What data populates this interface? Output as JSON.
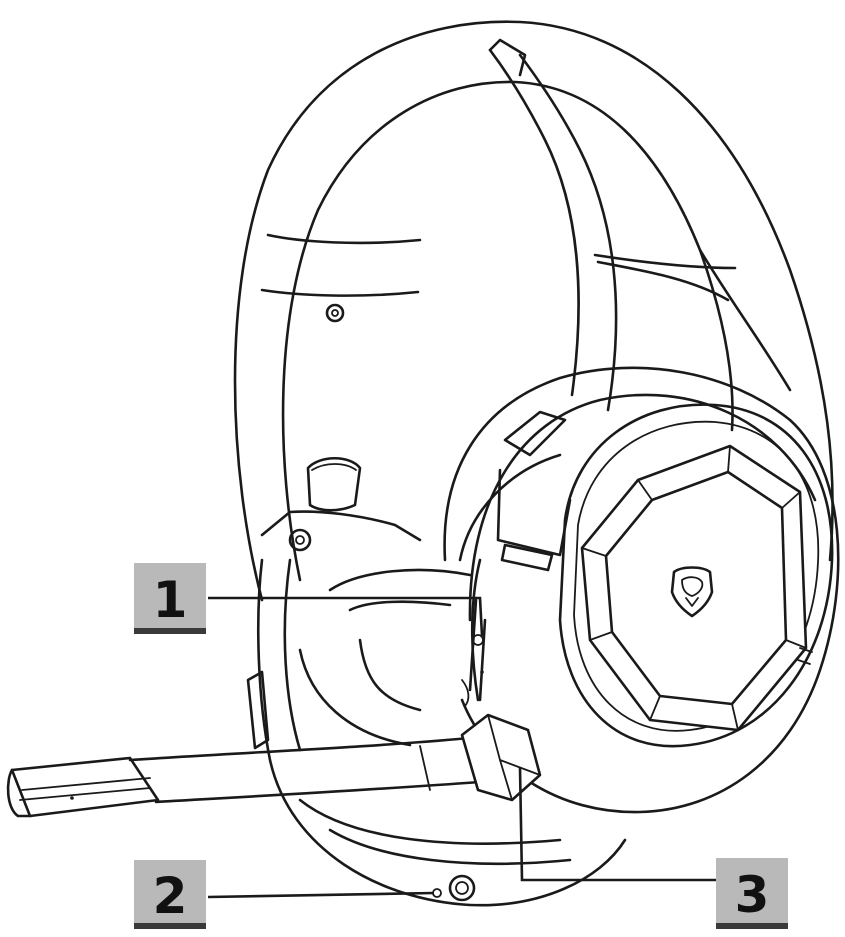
{
  "callouts": [
    {
      "id": "1",
      "label": "1"
    },
    {
      "id": "2",
      "label": "2"
    },
    {
      "id": "3",
      "label": "3"
    }
  ],
  "colors": {
    "line": "#1a1a1a",
    "callout_fill": "#b9b9b9",
    "callout_underline": "#3a3a3a",
    "background": "#ffffff"
  },
  "icons": [
    "headset-illustration",
    "dragon-logo-icon"
  ]
}
